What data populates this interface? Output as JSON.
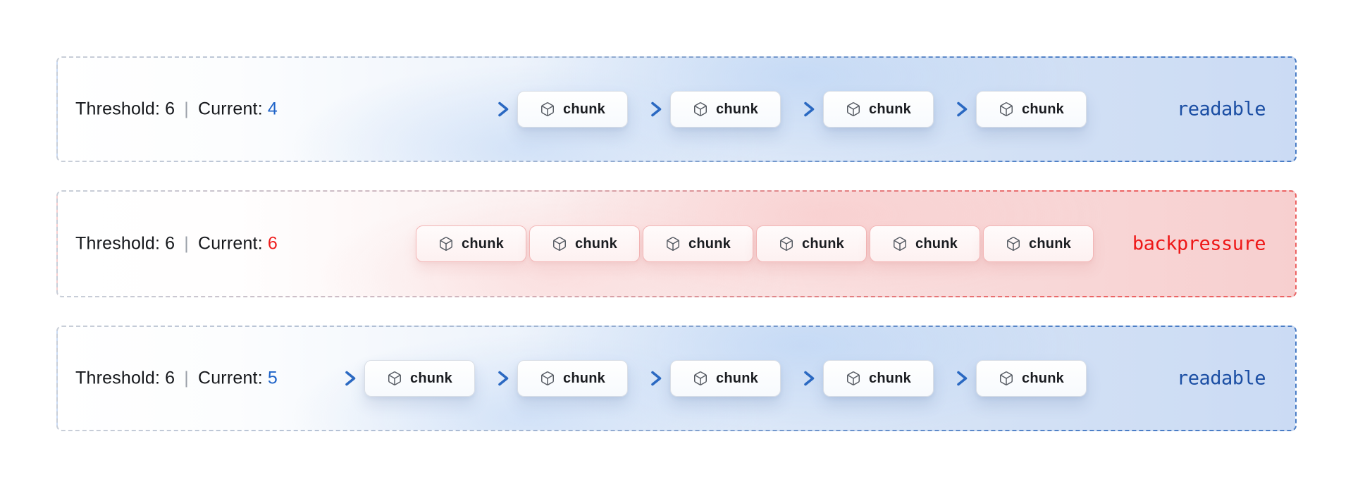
{
  "diagram": {
    "name": "stream-backpressure-diagram",
    "rows": 3
  },
  "rows": [
    {
      "name": "readable-row-1",
      "theme": "blue",
      "threshold_label": "Threshold:",
      "threshold_value": "6",
      "separator": "|",
      "current_label": "Current:",
      "current_value": "4",
      "state_label": "readable",
      "chunk_label": "chunk",
      "chunk_count": 4,
      "has_arrows": true
    },
    {
      "name": "backpressure-row",
      "theme": "red",
      "threshold_label": "Threshold:",
      "threshold_value": "6",
      "separator": "|",
      "current_label": "Current:",
      "current_value": "6",
      "state_label": "backpressure",
      "chunk_label": "chunk",
      "chunk_count": 6,
      "has_arrows": false
    },
    {
      "name": "readable-row-2",
      "theme": "blue",
      "threshold_label": "Threshold:",
      "threshold_value": "6",
      "separator": "|",
      "current_label": "Current:",
      "current_value": "5",
      "state_label": "readable",
      "chunk_label": "chunk",
      "chunk_count": 5,
      "has_arrows": true
    }
  ],
  "colors": {
    "blue_current_value": "#1e63c8",
    "blue_state_text": "#1c4fa4",
    "blue_border_dash": "#4a7dc6",
    "blue_bg_right": "#cbdbf4",
    "red_current_value": "#ee1c1c",
    "red_state_text": "#ee1616",
    "red_border_dash": "#ec6363",
    "red_bg_right": "#f7cfcf",
    "neutral_border_dash": "#c8ced8",
    "arrow": "#2b69c2",
    "label_text": "#15171b",
    "separator": "#9aa0a8",
    "chunk_text": "#1a1c20"
  },
  "icons": {
    "chunk": "box-icon",
    "flow": "arrow-right-icon"
  }
}
